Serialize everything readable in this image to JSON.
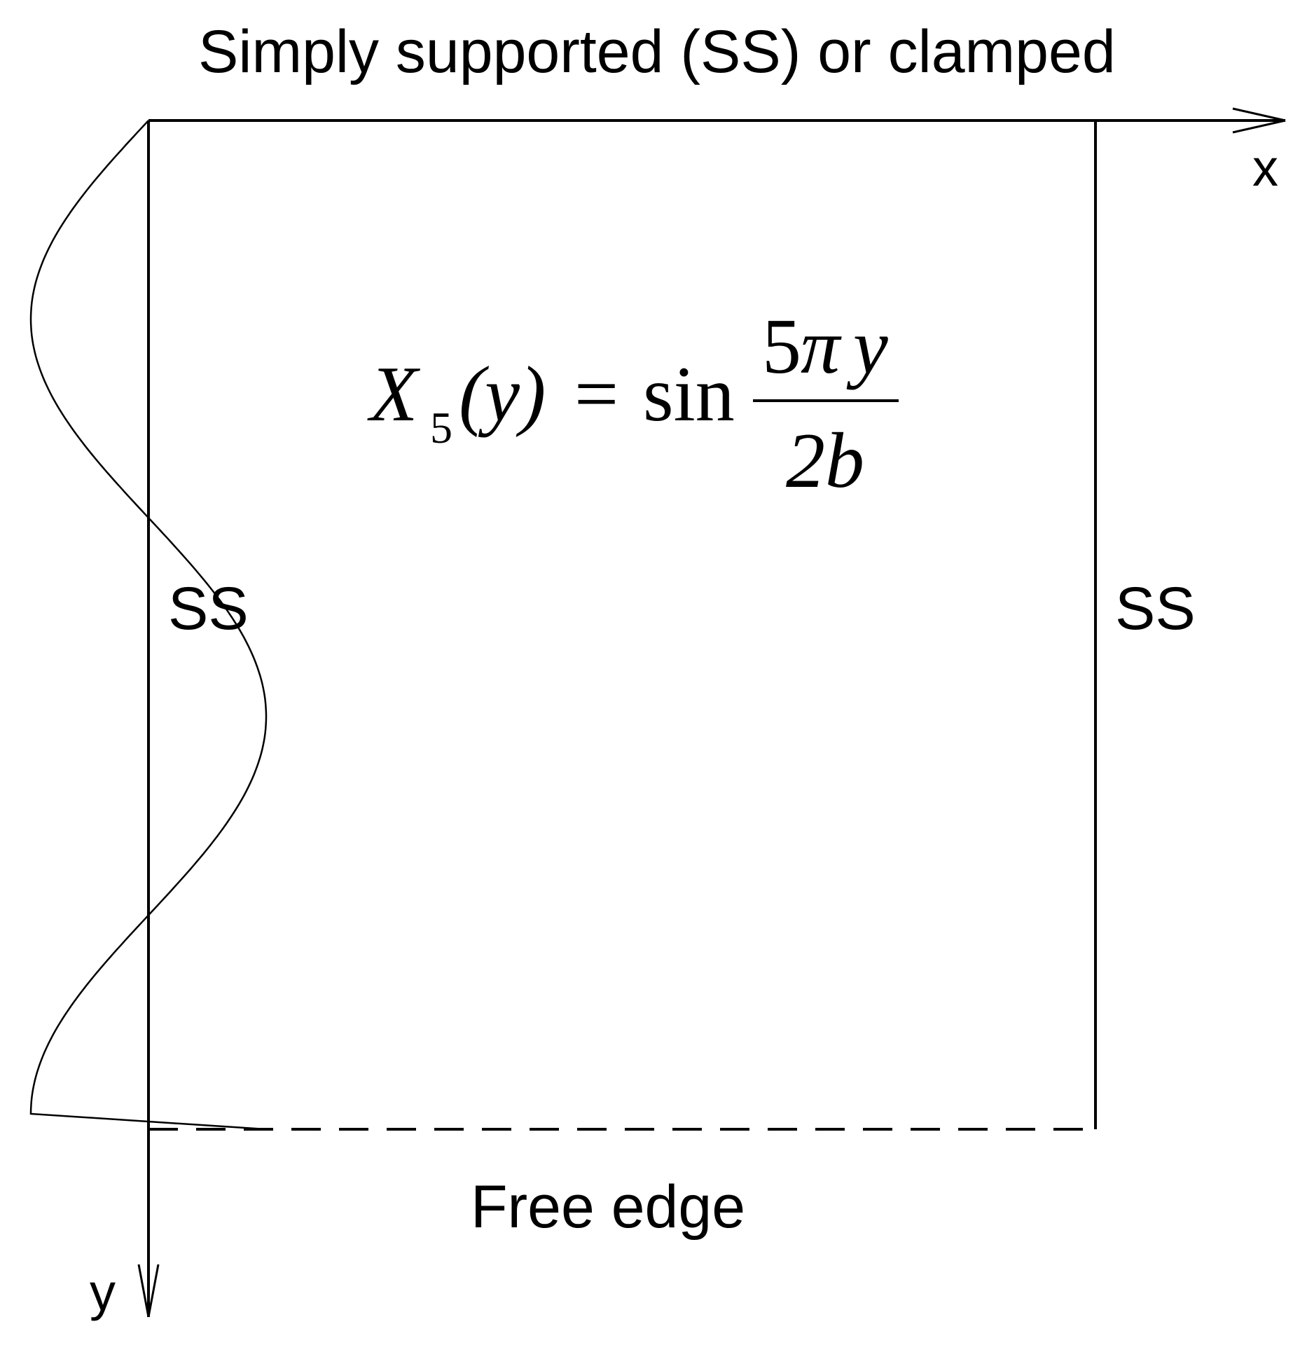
{
  "labels": {
    "top_edge": "Simply supported (SS) or clamped",
    "left_edge": "SS",
    "right_edge": "SS",
    "bottom_edge": "Free edge",
    "x_axis": "x",
    "y_axis": "y"
  },
  "equation": {
    "lhs_symbol": "X",
    "lhs_subscript": "5",
    "lhs_argument": "(y)",
    "equals": "=",
    "function": "sin",
    "numerator_coef": "5",
    "numerator_pi": "π",
    "numerator_var": "y",
    "denominator": "2b"
  },
  "mode_shape": {
    "formula": "sin(5πy/2b)",
    "mode_number": 5
  }
}
